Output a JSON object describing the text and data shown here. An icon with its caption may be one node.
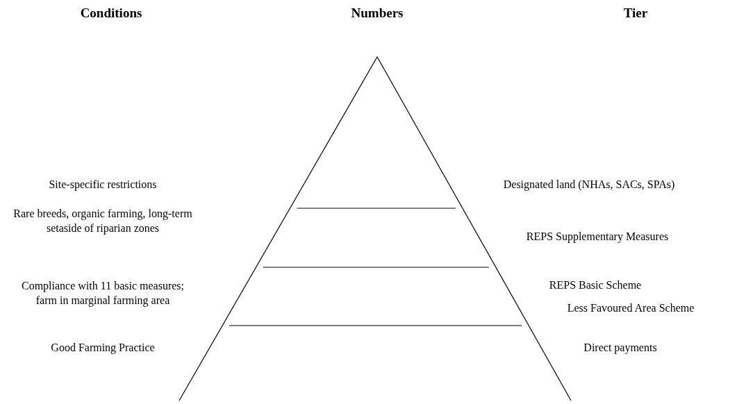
{
  "diagram": {
    "labels": [
      "Conditions",
      "Numbers",
      "Tier",
      "Site-specific restrictions",
      "Designated land (NHAs, SACs, SPAs)",
      "Rare breeds, organic farming, long-term setaside of riparian zones",
      "REPS Supplementary Measures",
      "Compliance with 11 basic measures; farm in marginal farming area",
      "REPS Basic Scheme",
      "Less Favoured Area Scheme",
      "Good Farming Practice",
      "Direct payments"
    ]
  }
}
